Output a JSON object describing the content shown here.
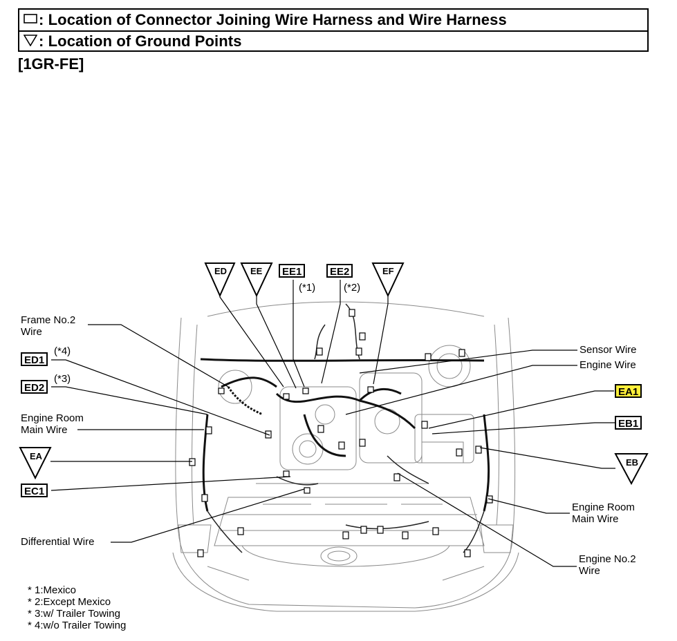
{
  "legend": {
    "connector_text": ": Location of Connector Joining Wire Harness and Wire Harness",
    "ground_text": ": Location of Ground Points"
  },
  "engine": "[1GR-FE]",
  "ground_points": [
    "ED",
    "EE",
    "EF",
    "EA",
    "EB"
  ],
  "connectors": [
    "EE1",
    "EE2",
    "ED1",
    "ED2",
    "EC1",
    "EA1",
    "EB1"
  ],
  "variant_marks": {
    "ee1": "(*1)",
    "ee2": "(*2)",
    "ed1": "(*4)",
    "ed2": "(*3)"
  },
  "wires": {
    "frame_no2": "Frame No.2\nWire",
    "engine_room_main_left": "Engine Room\nMain Wire",
    "differential": "Differential Wire",
    "sensor": "Sensor Wire",
    "engine": "Engine Wire",
    "engine_room_main_right": "Engine Room\nMain Wire",
    "engine_no2": "Engine No.2\nWire"
  },
  "notes": [
    "* 1:Mexico",
    "* 2:Except Mexico",
    "* 3:w/ Trailer Towing",
    "* 4:w/o Trailer Towing"
  ],
  "highlight_color": "#ffef3a"
}
